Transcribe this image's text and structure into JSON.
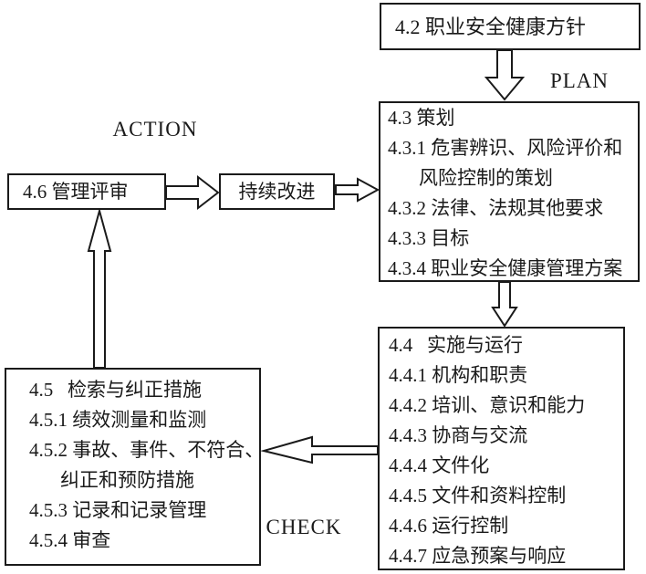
{
  "labels": {
    "plan": "PLAN",
    "action": "ACTION",
    "check": "CHECK"
  },
  "boxes": {
    "policy": {
      "lines": [
        "4.2 职业安全健康方针"
      ]
    },
    "planning": {
      "lines": [
        "4.3 策划",
        "4.3.1 危害辨识、风险评价和",
        "风险控制的策划",
        "4.3.2 法律、法规其他要求",
        "4.3.3 目标",
        "4.3.4 职业安全健康管理方案"
      ]
    },
    "management_review": {
      "lines": [
        "4.6 管理评审"
      ]
    },
    "continual_improvement": {
      "lines": [
        "持续改进"
      ]
    },
    "checking": {
      "lines": [
        "4.5   检索与纠正措施",
        "4.5.1 绩效测量和监测",
        "4.5.2 事故、事件、不符合、",
        "纠正和预防措施",
        "4.5.3 记录和记录管理",
        "4.5.4 审查"
      ]
    },
    "implementation": {
      "lines": [
        "4.4   实施与运行",
        "4.4.1 机构和职责",
        "4.4.2 培训、意识和能力",
        "4.4.3 协商与交流",
        "4.4.4 文件化",
        "4.4.5 文件和资料控制",
        "4.4.6 运行控制",
        "4.4.7 应急预案与响应"
      ]
    }
  },
  "colors": {
    "ink": "#1a1a1a",
    "background": "#ffffff"
  }
}
